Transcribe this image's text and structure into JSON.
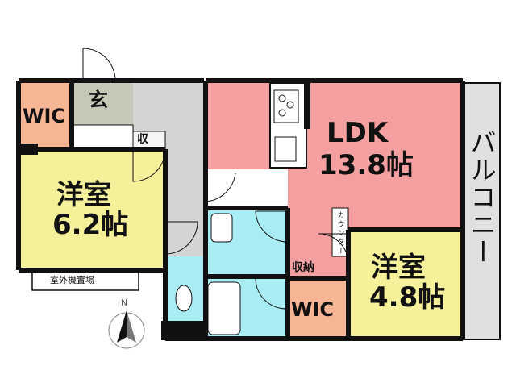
{
  "rooms": {
    "ldk": {
      "name": "LDK",
      "size": "13.8帖"
    },
    "western1": {
      "name": "洋室",
      "size": "6.2帖"
    },
    "western2": {
      "name": "洋室",
      "size": "4.8帖"
    },
    "wic_top": "WIC",
    "wic_bottom": "WIC",
    "entrance": "玄",
    "storage_small": "収",
    "storage": "収納",
    "counter": "カウンター",
    "balcony": "バルコニー",
    "outdoor_unit": "室外機置場"
  },
  "compass": {
    "north": "N"
  },
  "colors": {
    "ldk": "#f4a0a0",
    "western": "#f5f09a",
    "wic": "#f6b595",
    "wet": "#a8ecf4",
    "hall": "#d4d4d4",
    "entrance": "#c8c8b8",
    "balcony": "#e0e0e0",
    "wall": "#111111"
  }
}
